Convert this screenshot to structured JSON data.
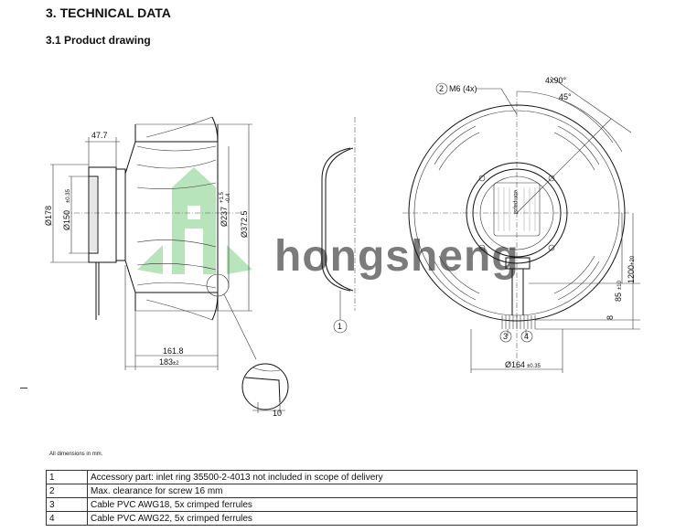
{
  "header": {
    "section_title": "3. TECHNICAL DATA",
    "subsection_title": "3.1 Product drawing"
  },
  "drawing": {
    "side_view": {
      "dim_47_7": "47.7",
      "dim_178": "Ø178",
      "dim_150": "Ø150",
      "dim_150_tol": "±0.35",
      "dim_237": "Ø237",
      "dim_237_tol_upper": "+1.5",
      "dim_237_tol_lower": "-0.4",
      "dim_372_5": "Ø372.5",
      "dim_161_8": "161.8",
      "dim_183": "183",
      "dim_183_tol": "±2",
      "dim_10": "10"
    },
    "inlet_ring": {
      "callout_1": "1"
    },
    "front_view": {
      "callout_2": "2",
      "m6_label": "M6 (4x)",
      "angle_4x90": "4x90°",
      "angle_45": "45°",
      "dim_85": "85",
      "dim_85_tol": "±10",
      "dim_1200": "1200",
      "dim_1200_tol": "+20",
      "dim_8": "8",
      "callout_3": "3",
      "callout_4": "4",
      "dim_164": "Ø164",
      "dim_164_tol": "±0.35",
      "brand_text": "ebmpapst"
    },
    "watermark": {
      "text": "hongsheng"
    }
  },
  "footnote": "All dimensions in mm.",
  "legend": {
    "rows": [
      {
        "num": "1",
        "text": "Accessory part: inlet ring 35500-2-4013 not included in scope of delivery"
      },
      {
        "num": "2",
        "text": "Max. clearance for screw 16 mm"
      },
      {
        "num": "3",
        "text": "Cable PVC AWG18, 5x crimped ferrules"
      },
      {
        "num": "4",
        "text": "Cable PVC AWG22, 5x crimped ferrules"
      }
    ]
  }
}
